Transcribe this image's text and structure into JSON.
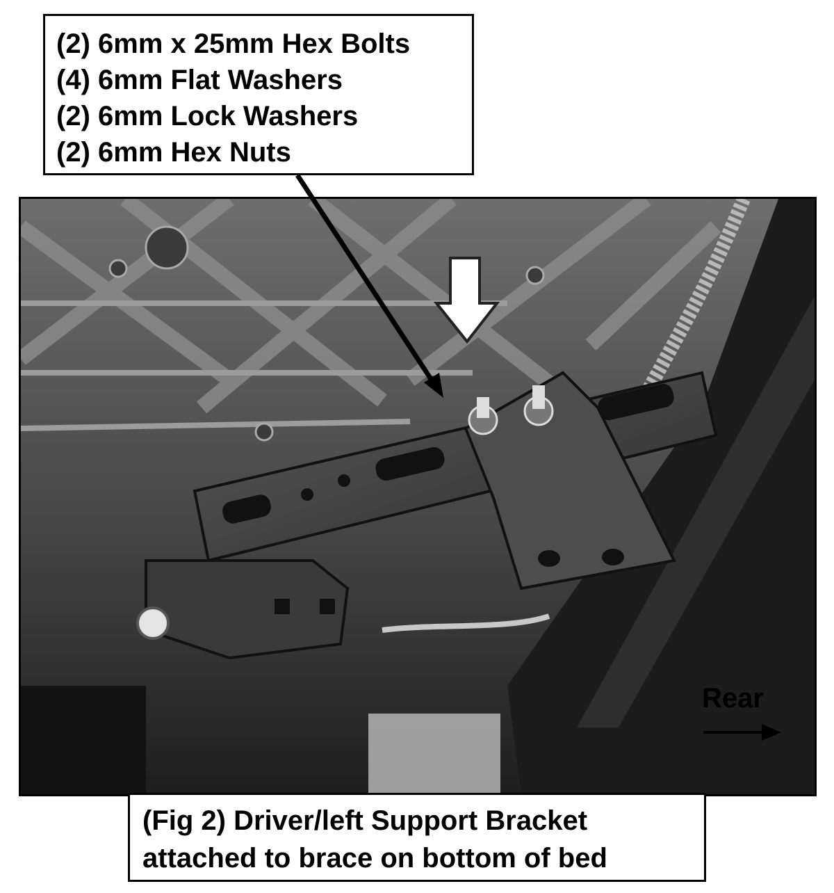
{
  "callout": {
    "lines": [
      "(2) 6mm x 25mm Hex Bolts",
      "(4) 6mm Flat Washers",
      "(2) 6mm Lock Washers",
      "(2) 6mm Hex Nuts"
    ]
  },
  "direction": {
    "label": "Rear"
  },
  "caption": {
    "lines": [
      "(Fig 2) Driver/left Support Bracket",
      "attached to brace on bottom of bed"
    ]
  },
  "icons": {
    "leader": "leader-line-arrow",
    "pointer": "down-arrow-icon",
    "direction": "right-arrow-icon"
  },
  "colors": {
    "ink": "#000000",
    "paper": "#ffffff"
  }
}
